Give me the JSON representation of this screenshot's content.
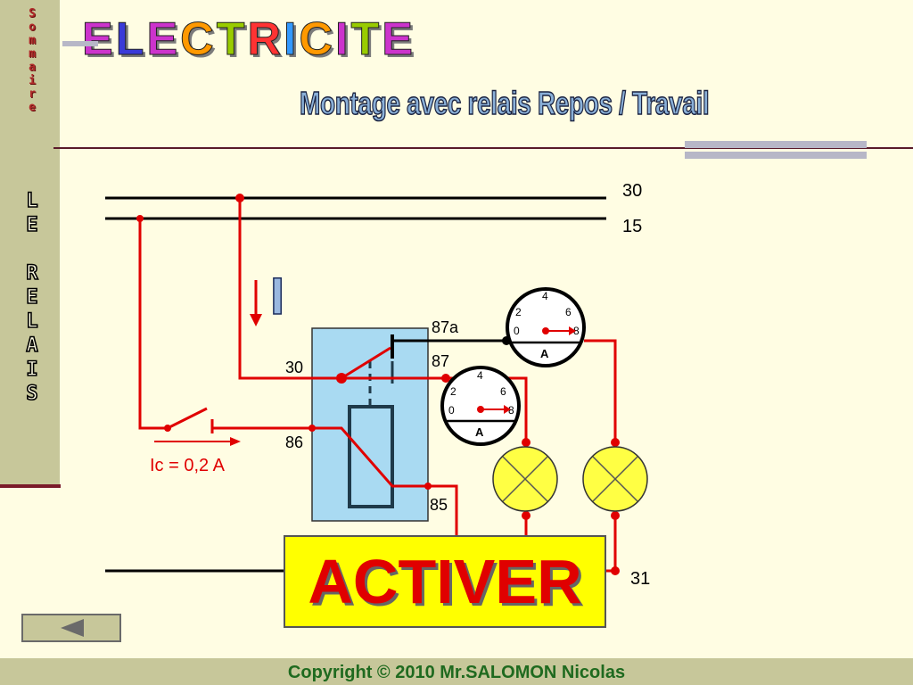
{
  "sidebar": {
    "sommaire_letters": [
      "S",
      "o",
      "m",
      "m",
      "a",
      "i",
      "r",
      "e"
    ],
    "side_title_letters": [
      "L",
      "E",
      "",
      "R",
      "E",
      "L",
      "A",
      "I",
      "S"
    ]
  },
  "header": {
    "title_letters": [
      "E",
      "L",
      "E",
      "C",
      "T",
      "R",
      "I",
      "C",
      "I",
      "T",
      "E"
    ],
    "title_colors": [
      "#cc33cc",
      "#3a3ad8",
      "#cc33cc",
      "#ff9900",
      "#99cc00",
      "#ff3333",
      "#3399ff",
      "#ff9900",
      "#cc33cc",
      "#99cc00",
      "#cc33cc"
    ],
    "subtitle": "Montage avec relais Repos / Travail"
  },
  "diagram": {
    "line_labels": {
      "l30": "30",
      "l15": "15",
      "l31": "31"
    },
    "relay_labels": {
      "t30": "30",
      "t87a": "87a",
      "t87": "87",
      "t86": "86",
      "t85": "85"
    },
    "current_symbol": "I",
    "control_current": "Ic = 0,2 A",
    "meter1": {
      "ticks": [
        "0",
        "2",
        "4",
        "6",
        "8"
      ],
      "unit": "A"
    },
    "meter2": {
      "ticks": [
        "0",
        "2",
        "4",
        "6",
        "8"
      ],
      "unit": "A"
    }
  },
  "activate_button": "ACTIVER",
  "footer": {
    "copyright": "Copyright © 2010 Mr.SALOMON Nicolas"
  },
  "colors": {
    "wire": "#e00000",
    "bus": "#000000",
    "relay_box": "#a9daf2",
    "lamp": "#ffff44",
    "background": "#fffde3"
  }
}
